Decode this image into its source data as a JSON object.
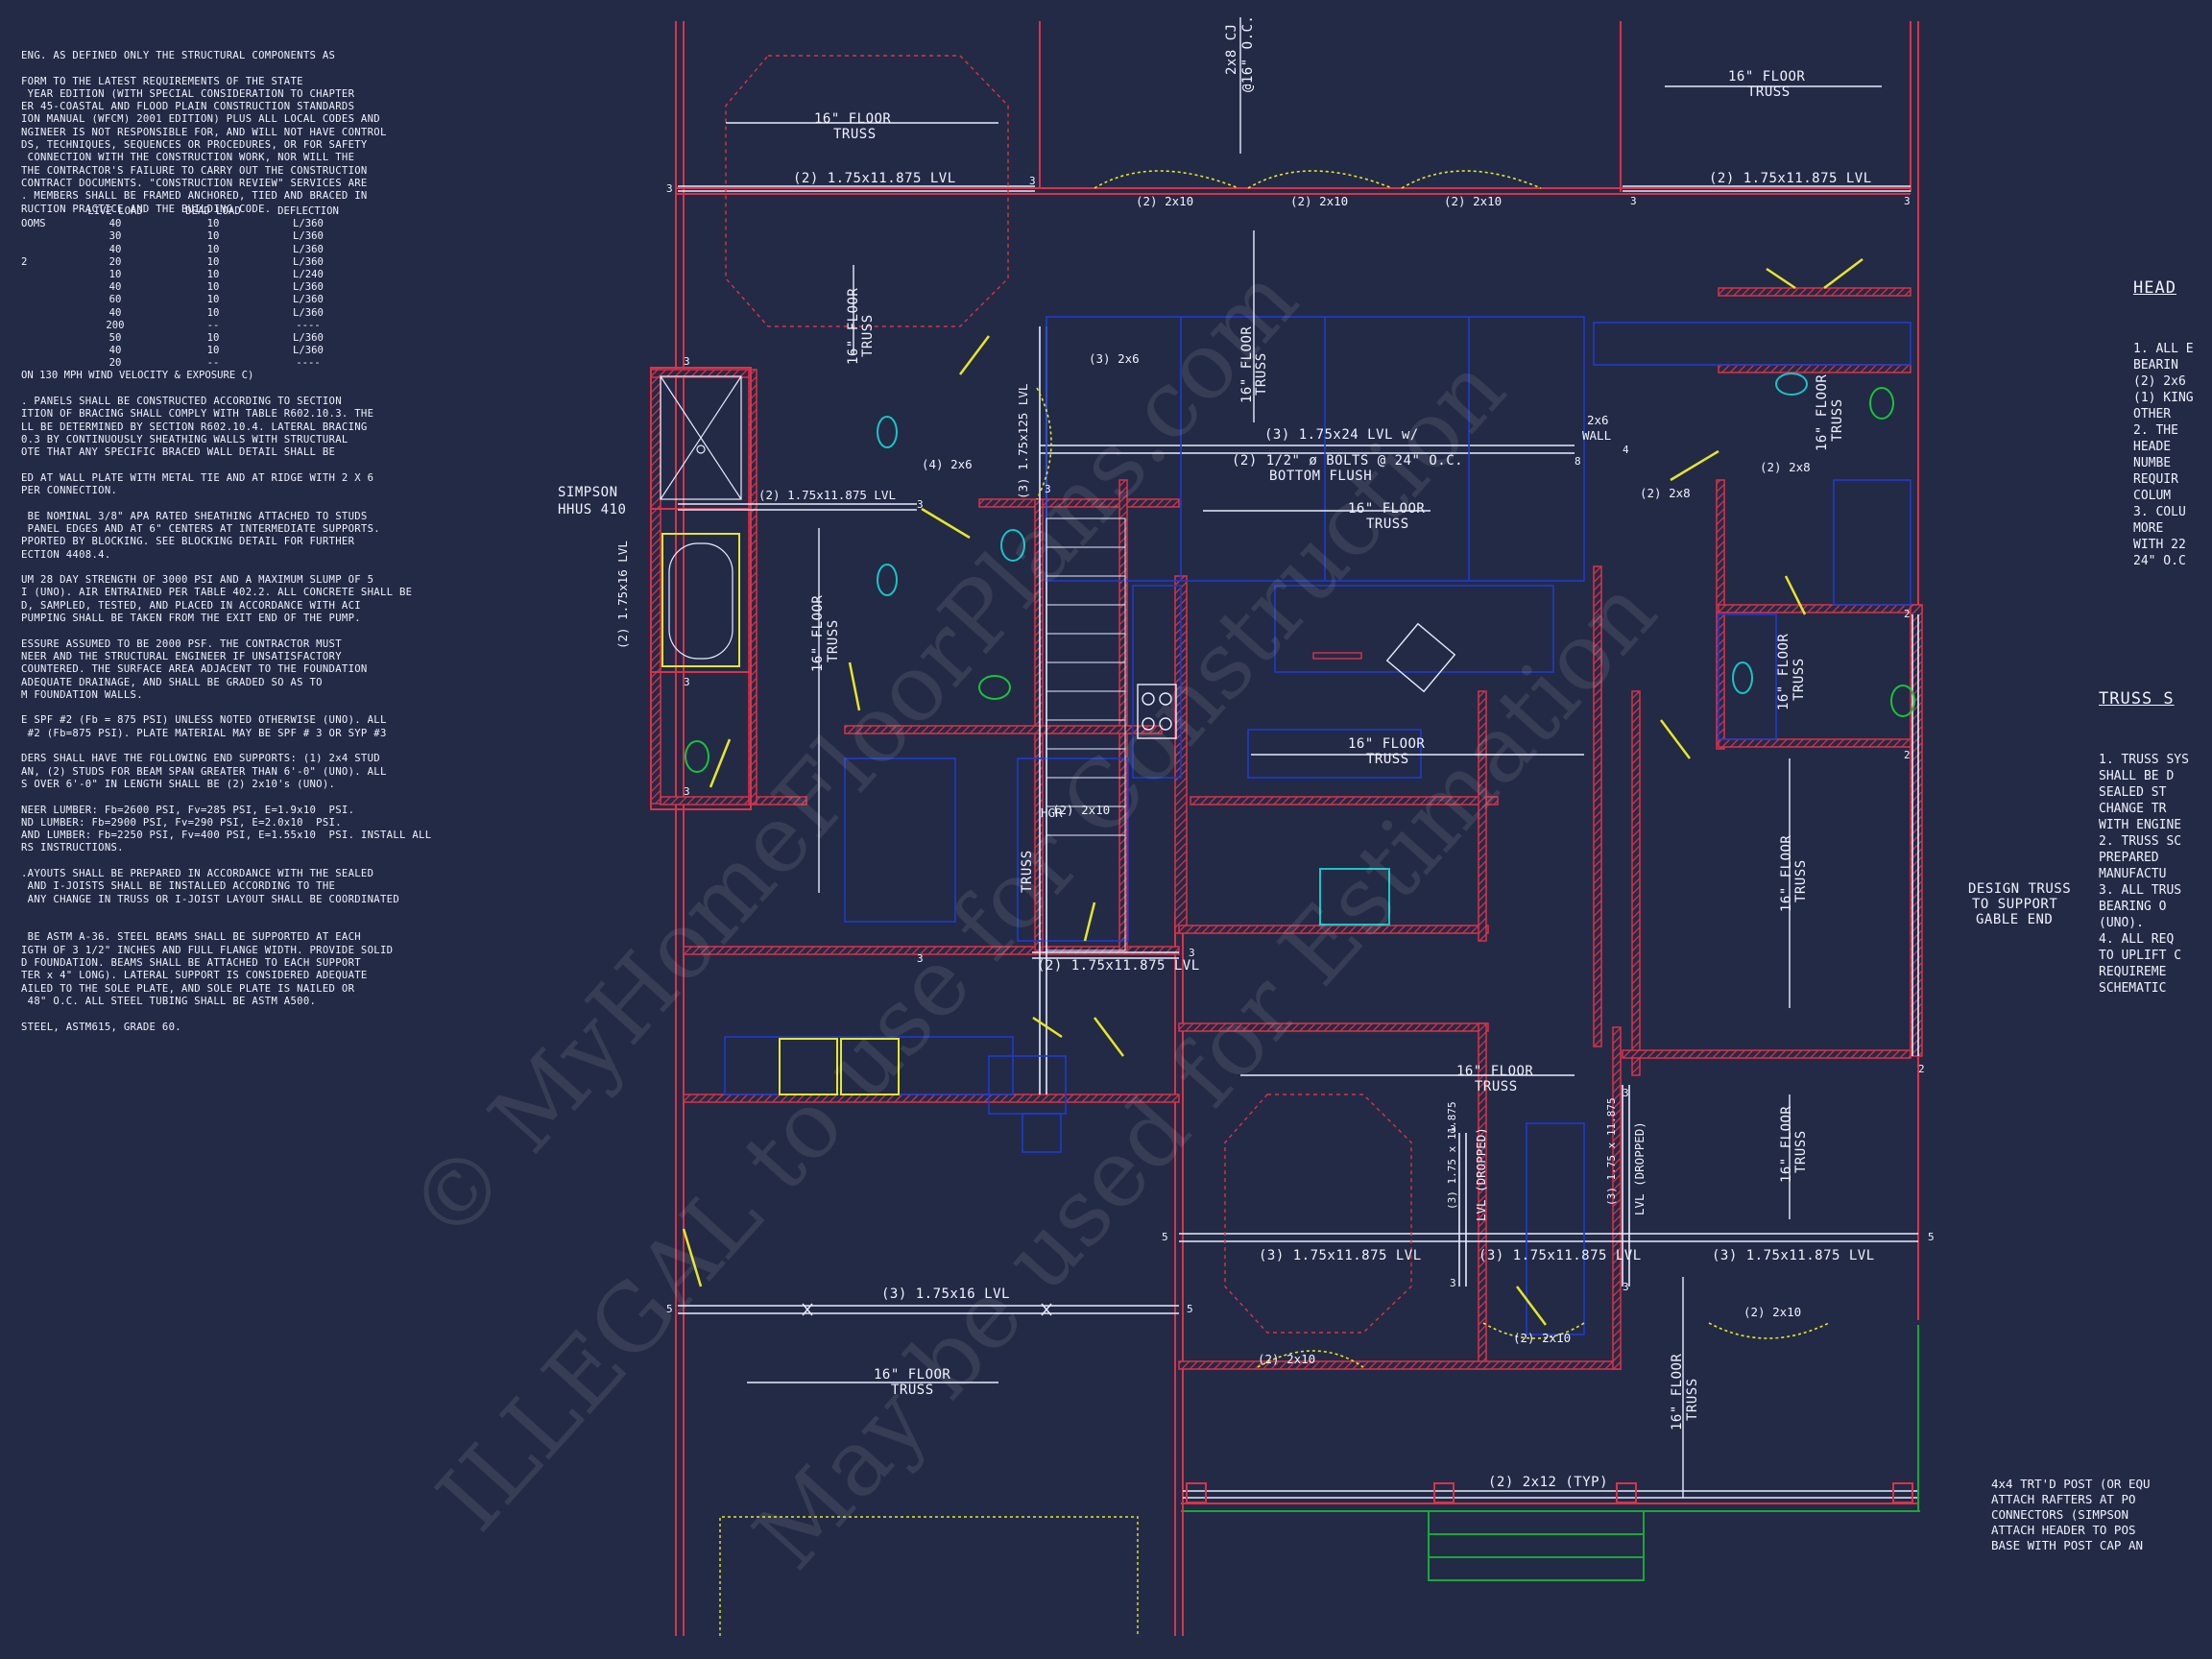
{
  "colors": {
    "background": "#232a45",
    "wall": "#d9324a",
    "beam": "#e8ecff",
    "fixture": "#1f3bcc",
    "door": "#e6e62a",
    "accent": "#19c4c4",
    "stair": "#17a83a"
  },
  "notes_left": [
    "ENG. AS DEFINED ONLY THE STRUCTURAL COMPONENTS AS",
    "",
    "FORM TO THE LATEST REQUIREMENTS OF THE STATE",
    " YEAR EDITION (WITH SPECIAL CONSIDERATION TO CHAPTER",
    "ER 45-COASTAL AND FLOOD PLAIN CONSTRUCTION STANDARDS",
    "ION MANUAL (WFCM) 2001 EDITION) PLUS ALL LOCAL CODES AND",
    "NGINEER IS NOT RESPONSIBLE FOR, AND WILL NOT HAVE CONTROL",
    "DS, TECHNIQUES, SEQUENCES OR PROCEDURES, OR FOR SAFETY",
    " CONNECTION WITH THE CONSTRUCTION WORK, NOR WILL THE",
    "THE CONTRACTOR'S FAILURE TO CARRY OUT THE CONSTRUCTION",
    "CONTRACT DOCUMENTS. \"CONSTRUCTION REVIEW\" SERVICES ARE",
    ". MEMBERS SHALL BE FRAMED ANCHORED, TIED AND BRACED IN",
    "RUCTION PRACTICE AND THE BUILDING CODE."
  ],
  "load_table": {
    "headers": [
      "",
      "LIVE LOAD",
      "DEAD LOAD",
      "DEFLECTION"
    ],
    "rows": [
      [
        "OOMS",
        "40",
        "10",
        "L/360"
      ],
      [
        "",
        "30",
        "10",
        "L/360"
      ],
      [
        "",
        "40",
        "10",
        "L/360"
      ],
      [
        "2",
        "20",
        "10",
        "L/360"
      ],
      [
        "",
        "10",
        "10",
        "L/240"
      ],
      [
        "",
        "40",
        "10",
        "L/360"
      ],
      [
        "",
        "60",
        "10",
        "L/360"
      ],
      [
        "",
        "40",
        "10",
        "L/360"
      ],
      [
        "",
        "200",
        "--",
        "----"
      ],
      [
        "",
        "50",
        "10",
        "L/360"
      ],
      [
        "",
        "40",
        "10",
        "L/360"
      ],
      [
        "",
        "20",
        "--",
        "----"
      ]
    ],
    "footer": " ON 130 MPH WIND VELOCITY & EXPOSURE C)"
  },
  "notes_left_2": [
    ". PANELS SHALL BE CONSTRUCTED ACCORDING TO SECTION",
    "ITION OF BRACING SHALL COMPLY WITH TABLE R602.10.3. THE",
    "LL BE DETERMINED BY SECTION R602.10.4. LATERAL BRACING",
    "0.3 BY CONTINUOUSLY SHEATHING WALLS WITH STRUCTURAL",
    "OTE THAT ANY SPECIFIC BRACED WALL DETAIL SHALL BE",
    "",
    "ED AT WALL PLATE WITH METAL TIE AND AT RIDGE WITH 2 X 6",
    "PER CONNECTION.",
    "",
    " BE NOMINAL 3/8\" APA RATED SHEATHING ATTACHED TO STUDS",
    " PANEL EDGES AND AT 6\" CENTERS AT INTERMEDIATE SUPPORTS.",
    "PPORTED BY BLOCKING. SEE BLOCKING DETAIL FOR FURTHER",
    "ECTION 4408.4.",
    "",
    "UM 28 DAY STRENGTH OF 3000 PSI AND A MAXIMUM SLUMP OF 5",
    "I (UNO). AIR ENTRAINED PER TABLE 402.2. ALL CONCRETE SHALL BE",
    "D, SAMPLED, TESTED, AND PLACED IN ACCORDANCE WITH ACI",
    "PUMPING SHALL BE TAKEN FROM THE EXIT END OF THE PUMP.",
    "",
    "ESSURE ASSUMED TO BE 2000 PSF. THE CONTRACTOR MUST",
    "NEER AND THE STRUCTURAL ENGINEER IF UNSATISFACTORY",
    "COUNTERED. THE SURFACE AREA ADJACENT TO THE FOUNDATION",
    "ADEQUATE DRAINAGE, AND SHALL BE GRADED SO AS TO",
    "M FOUNDATION WALLS.",
    "",
    "E SPF #2 (Fb = 875 PSI) UNLESS NOTED OTHERWISE (UNO). ALL",
    " #2 (Fb=875 PSI). PLATE MATERIAL MAY BE SPF # 3 OR SYP #3",
    "",
    "DERS SHALL HAVE THE FOLLOWING END SUPPORTS: (1) 2x4 STUD",
    "AN, (2) STUDS FOR BEAM SPAN GREATER THAN 6'-0\" (UNO). ALL",
    "S OVER 6'-0\" IN LENGTH SHALL BE (2) 2x10's (UNO).",
    "",
    "NEER LUMBER: Fb=2600 PSI, Fv=285 PSI, E=1.9x10  PSI.",
    "ND LUMBER: Fb=2900 PSI, Fv=290 PSI, E=2.0x10  PSI.",
    "AND LUMBER: Fb=2250 PSI, Fv=400 PSI, E=1.55x10  PSI. INSTALL ALL",
    "RS INSTRUCTIONS.",
    "",
    ".AYOUTS SHALL BE PREPARED IN ACCORDANCE WITH THE SEALED",
    " AND I-JOISTS SHALL BE INSTALLED ACCORDING TO THE",
    " ANY CHANGE IN TRUSS OR I-JOIST LAYOUT SHALL BE COORDINATED",
    "",
    "",
    " BE ASTM A-36. STEEL BEAMS SHALL BE SUPPORTED AT EACH",
    "IGTH OF 3 1/2\" INCHES AND FULL FLANGE WIDTH. PROVIDE SOLID",
    "D FOUNDATION. BEAMS SHALL BE ATTACHED TO EACH SUPPORT",
    "TER x 4\" LONG). LATERAL SUPPORT IS CONSIDERED ADEQUATE",
    "AILED TO THE SOLE PLATE, AND SOLE PLATE IS NAILED OR",
    " 48\" O.C. ALL STEEL TUBING SHALL BE ASTM A500.",
    "",
    "STEEL, ASTM615, GRADE 60."
  ],
  "header_notes": {
    "title": "HEAD",
    "lines": [
      "1. ALL E",
      "BEARIN",
      "(2) 2x6",
      "(1) KING",
      "OTHER",
      "",
      "2. THE",
      "HEADE",
      "NUMBE",
      "REQUIR",
      "COLUM",
      "",
      "3. COLU",
      "MORE",
      "WITH 22",
      "24\" O.C"
    ]
  },
  "truss_notes": {
    "title": "TRUSS S",
    "lines": [
      "1. TRUSS SYS",
      "SHALL BE D",
      "SEALED ST",
      "CHANGE TR",
      "WITH ENGINE",
      "",
      "2. TRUSS SC",
      "PREPARED",
      "MANUFACTU",
      "",
      "3. ALL TRUS",
      "BEARING O",
      "(UNO).",
      "",
      "4. ALL REQ",
      "TO UPLIFT C",
      "REQUIREME",
      "SCHEMATIC"
    ]
  },
  "plan_labels": {
    "floor_truss": "16\" FLOOR",
    "truss": "TRUSS",
    "lvl_top_left": "(2) 1.75x11.875 LVL",
    "lvl_top_right": "(2) 1.75x11.875 LVL",
    "hdr_2x10": "(2) 2x10",
    "hdr_2x8": "(2) 2x8",
    "hdr_3_2x6": "(3) 2x6",
    "hdr_4_2x6": "(4) 2x6",
    "lvl_1_75x24": "(3) 1.75x24 LVL w/",
    "bolts": "(2) 1/2\" ø BOLTS @ 24\" O.C.",
    "bottom_flush": "BOTTOM FLUSH",
    "cj": "2x8 CJ",
    "cj_spacing": "@16\" O.C.",
    "wall_2x6": "2x6",
    "wall_label": "WALL",
    "simpson": "SIMPSON",
    "hhus": "HHUS 410",
    "lvl_1_75x16_vert": "(2) 1.75x16 LVL",
    "lvl_left_mid": "(2) 1.75x11.875 LVL",
    "lvl_1_75x125": "(3) 1.75x125 LVL",
    "hgr": "HGR",
    "lvl_mid": "(2) 1.75x11.875 LVL",
    "lvl_3_bottom_a": "(3) 1.75x11.875 LVL",
    "lvl_3_bottom_b": "(3) 1.75x11.875 LVL",
    "lvl_3_bottom_c": "(3) 1.75x11.875 LVL",
    "lvl_1_75x16_bottom": "(3) 1.75x16 LVL",
    "dropped_a": "(3) 1.75 x 11.875",
    "dropped_a2": "LVL (DROPPED)",
    "dropped_b": "(3) 1.75 x 11.875",
    "dropped_b2": "LVL (DROPPED)",
    "hdr_2x12": "(2) 2x12 (TYP)",
    "design_truss": "DESIGN TRUSS",
    "to_support": "TO SUPPORT",
    "gable_end": "GABLE END",
    "post_1": "4x4 TRT'D POST (OR EQU",
    "post_2": "ATTACH RAFTERS AT PO",
    "post_3": "CONNECTORS (SIMPSON",
    "post_4": "ATTACH HEADER TO POS",
    "post_5": "BASE WITH POST CAP AN"
  },
  "watermark": {
    "line1": "© MyHomeFloorPlans.com",
    "line2": "ILLEGAL to use for Construction",
    "line3": "May be used for Estimation"
  }
}
